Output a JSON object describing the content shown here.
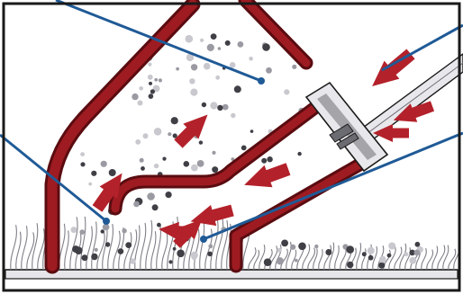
{
  "diagram": {
    "colors": {
      "frame": "#1a1a1a",
      "background": "#ffffff",
      "pipe_outline": "#5a0c10",
      "pipe_fill": "#9e1b22",
      "arrow_red": "#b3212a",
      "callout_blue": "#1f5a96",
      "particle_dark": "#3f3f46",
      "particle_gray": "#9a9aa2",
      "particle_light": "#c8c8ce",
      "fiber_stroke": "#7f7f88",
      "floor": "#e6e6ea",
      "metal_light": "#e8e8ec",
      "metal_dark": "#6b6b72"
    },
    "icons": [
      "tube-outer-wall",
      "tube-inner-wall",
      "spray-nozzle",
      "flow-arrows",
      "soil-particles",
      "carpet-fibers",
      "callout-leader-lines"
    ],
    "callouts": [
      {
        "id": "particles"
      },
      {
        "id": "air-jet"
      },
      {
        "id": "fibers"
      },
      {
        "id": "extraction"
      }
    ]
  }
}
